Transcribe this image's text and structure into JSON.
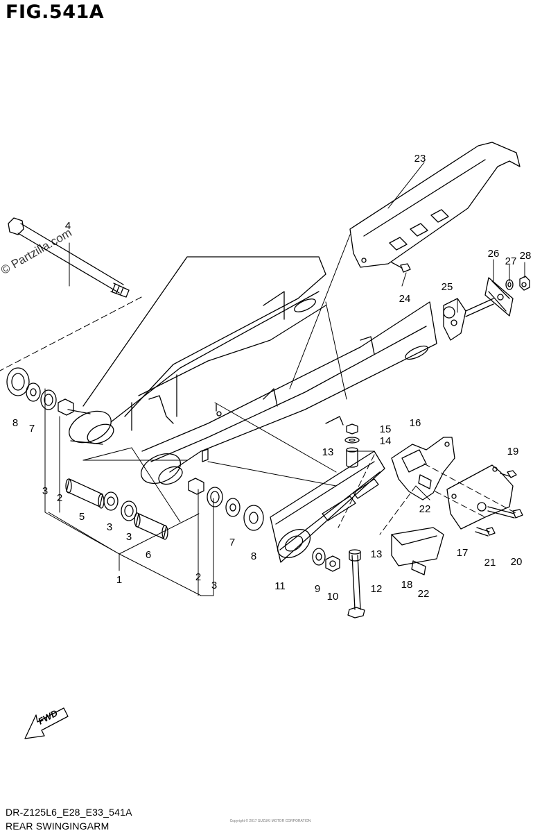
{
  "figure": {
    "title": "FIG.541A",
    "watermark": "© Partzilla.com",
    "fwd_label": "FWD",
    "footer_code": "DR-Z125L6_E28_E33_541A",
    "footer_name": "REAR SWINGINGARM",
    "copyright": "Copyright © 2017 SUZUKI MOTOR CORPORATION"
  },
  "callouts": [
    {
      "id": "c1",
      "label": "1"
    },
    {
      "id": "c2a",
      "label": "2"
    },
    {
      "id": "c2b",
      "label": "2"
    },
    {
      "id": "c3a",
      "label": "3"
    },
    {
      "id": "c3b",
      "label": "3"
    },
    {
      "id": "c3c",
      "label": "3"
    },
    {
      "id": "c3d",
      "label": "3"
    },
    {
      "id": "c4",
      "label": "4"
    },
    {
      "id": "c5",
      "label": "5"
    },
    {
      "id": "c6",
      "label": "6"
    },
    {
      "id": "c7a",
      "label": "7"
    },
    {
      "id": "c7b",
      "label": "7"
    },
    {
      "id": "c8a",
      "label": "8"
    },
    {
      "id": "c8b",
      "label": "8"
    },
    {
      "id": "c9",
      "label": "9"
    },
    {
      "id": "c10",
      "label": "10"
    },
    {
      "id": "c11",
      "label": "11"
    },
    {
      "id": "c12",
      "label": "12"
    },
    {
      "id": "c13a",
      "label": "13"
    },
    {
      "id": "c13b",
      "label": "13"
    },
    {
      "id": "c14",
      "label": "14"
    },
    {
      "id": "c15",
      "label": "15"
    },
    {
      "id": "c16",
      "label": "16"
    },
    {
      "id": "c17",
      "label": "17"
    },
    {
      "id": "c18",
      "label": "18"
    },
    {
      "id": "c19",
      "label": "19"
    },
    {
      "id": "c20",
      "label": "20"
    },
    {
      "id": "c21",
      "label": "21"
    },
    {
      "id": "c22a",
      "label": "22"
    },
    {
      "id": "c22b",
      "label": "22"
    },
    {
      "id": "c23",
      "label": "23"
    },
    {
      "id": "c24",
      "label": "24"
    },
    {
      "id": "c25",
      "label": "25"
    },
    {
      "id": "c26",
      "label": "26"
    },
    {
      "id": "c27",
      "label": "27"
    },
    {
      "id": "c28",
      "label": "28"
    }
  ]
}
